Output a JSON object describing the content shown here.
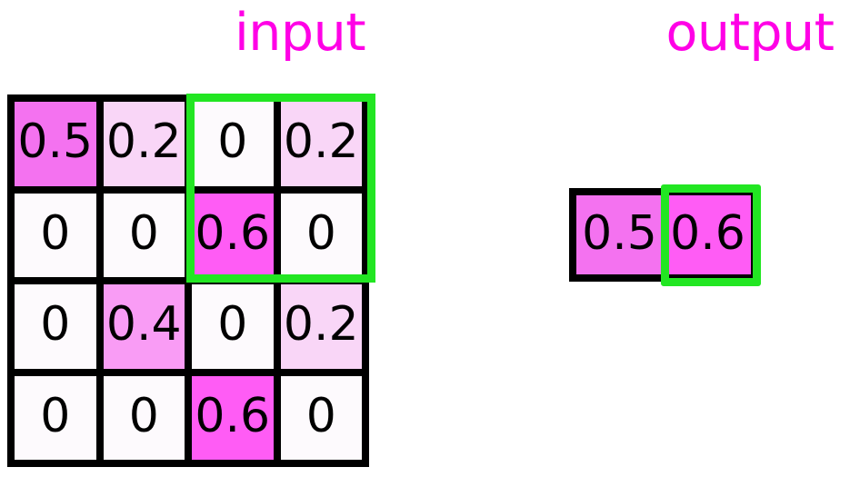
{
  "titles": {
    "input": "input",
    "output": "output"
  },
  "colors": {
    "title": "#ff00e6",
    "highlight": "#22e622",
    "grid_line": "#000000",
    "text": "#000000",
    "zero": "#fdfafd",
    "v02": "#f9d6f7",
    "v04": "#f99cf5",
    "v05": "#f472f0",
    "v06": "#ff5cf5"
  },
  "chart_data": {
    "type": "heatmap",
    "title": "",
    "panels": [
      {
        "name": "input",
        "label": "input",
        "rows": 4,
        "cols": 4,
        "values": [
          [
            0.5,
            0.2,
            0,
            0.2
          ],
          [
            0,
            0,
            0.6,
            0
          ],
          [
            0,
            0.4,
            0,
            0.2
          ],
          [
            0,
            0,
            0.6,
            0
          ]
        ],
        "cell_text": [
          [
            "0.5",
            "0.2",
            "0",
            "0.2"
          ],
          [
            "0",
            "0",
            "0.6",
            "0"
          ],
          [
            "0",
            "0.4",
            "0",
            "0.2"
          ],
          [
            "0",
            "0",
            "0.6",
            "0"
          ]
        ],
        "cell_colors": [
          [
            "#f472f0",
            "#f9d6f7",
            "#fdfafd",
            "#f9d6f7"
          ],
          [
            "#fdfafd",
            "#fdfafd",
            "#ff5cf5",
            "#fdfafd"
          ],
          [
            "#fdfafd",
            "#f99cf5",
            "#fdfafd",
            "#f9d6f7"
          ],
          [
            "#fdfafd",
            "#fdfafd",
            "#ff5cf5",
            "#fdfafd"
          ]
        ],
        "highlight": {
          "row_start": 0,
          "row_end": 1,
          "col_start": 2,
          "col_end": 3
        }
      },
      {
        "name": "output",
        "label": "output",
        "rows": 1,
        "cols": 2,
        "values": [
          [
            0.5,
            0.6
          ]
        ],
        "cell_text": [
          [
            "0.5",
            "0.6"
          ]
        ],
        "cell_colors": [
          [
            "#f472f0",
            "#ff5cf5"
          ]
        ],
        "highlight": {
          "row_start": 0,
          "row_end": 0,
          "col_start": 1,
          "col_end": 1
        }
      }
    ],
    "colormap": "white-to-magenta",
    "vmin": 0,
    "vmax": 0.6,
    "grid": true,
    "legend": "none"
  }
}
